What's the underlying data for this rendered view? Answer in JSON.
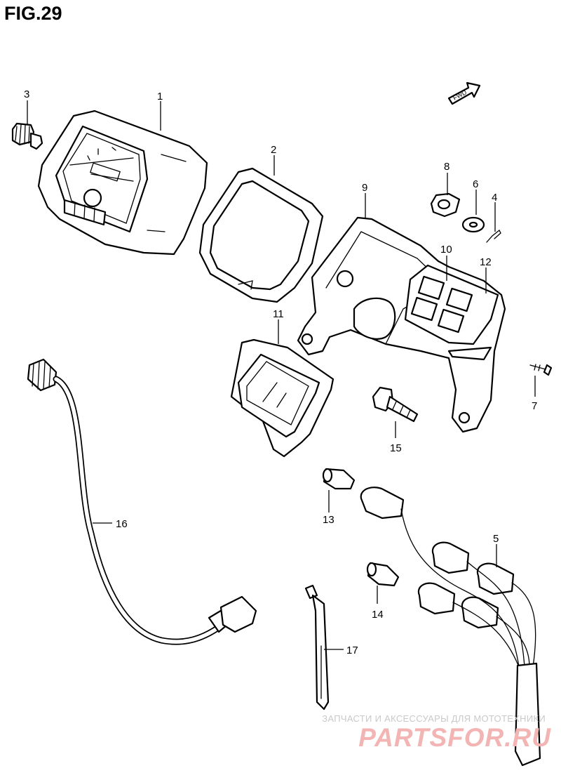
{
  "figure": {
    "title": "FIG.29",
    "fwd_label": "FWD"
  },
  "callouts": [
    {
      "key": "p1",
      "num": "1"
    },
    {
      "key": "p2",
      "num": "2"
    },
    {
      "key": "p3",
      "num": "3"
    },
    {
      "key": "p4",
      "num": "4"
    },
    {
      "key": "p5",
      "num": "5"
    },
    {
      "key": "p6",
      "num": "6"
    },
    {
      "key": "p7",
      "num": "7"
    },
    {
      "key": "p8",
      "num": "8"
    },
    {
      "key": "p9",
      "num": "9"
    },
    {
      "key": "p10",
      "num": "10"
    },
    {
      "key": "p11",
      "num": "11"
    },
    {
      "key": "p12",
      "num": "12"
    },
    {
      "key": "p13",
      "num": "13"
    },
    {
      "key": "p14",
      "num": "14"
    },
    {
      "key": "p15",
      "num": "15"
    },
    {
      "key": "p16",
      "num": "16"
    },
    {
      "key": "p17",
      "num": "17"
    }
  ],
  "watermark": {
    "tagline": "ЗАПЧАСТИ И АКСЕССУАРЫ ДЛЯ МОТОТЕХНИКИ",
    "brand": "PARTSFOR.RU",
    "color": "#f3b4b4"
  }
}
